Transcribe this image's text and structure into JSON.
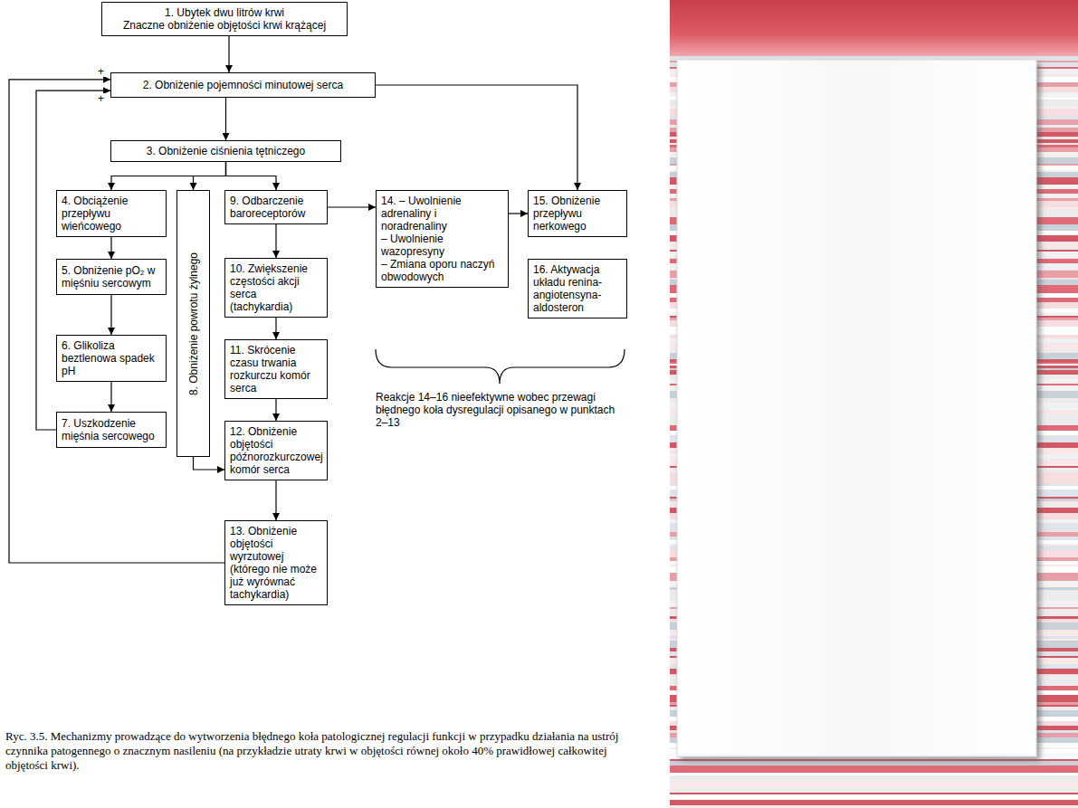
{
  "diagram": {
    "caption": "Ryc. 3.5. Mechanizmy prowadzące do wytworzenia błędnego koła patologicznej regulacji funkcji w przypadku działania na ustrój czynnika patogennego o znacznym nasileniu (na przykładzie utraty krwi w objętości równej około 40% prawidłowej całkowitej objętości krwi).",
    "nodes": [
      {
        "text": [
          "1. Ubytek dwu litrów krwi",
          "Znaczne obniżenie objętości krwi krążącej"
        ]
      },
      {
        "text": [
          "2. Obniżenie pojemności minutowej serca"
        ]
      },
      {
        "text": [
          "3. Obniżenie ciśnienia tętniczego"
        ]
      },
      {
        "text": [
          "4. Obciążenie przepływu wieńcowego"
        ]
      },
      {
        "text": [
          "5. Obniżenie pO₂ w mięśniu sercowym"
        ]
      },
      {
        "text": [
          "6. Glikoliza beztlenowa spadek pH"
        ]
      },
      {
        "text": [
          "7. Uszkodzenie mięśnia sercowego"
        ]
      },
      {
        "text": [
          "8. Obniżenie powrotu żylnego"
        ]
      },
      {
        "text": [
          "9. Odbarczenie baroreceptorów"
        ]
      },
      {
        "text": [
          "10. Zwiększenie częstości akcji serca (tachykardia)"
        ]
      },
      {
        "text": [
          "11. Skrócenie czasu trwania rozkurczu komór serca"
        ]
      },
      {
        "text": [
          "12. Obniżenie objętości późnorozkurczowej komór serca"
        ]
      },
      {
        "text": [
          "13. Obniżenie objętości wyrzutowej (którego nie może już wyrównać tachykardia)"
        ]
      },
      {
        "text": [
          "14. – Uwolnienie adrenaliny i noradrenaliny",
          "– Uwolnienie wazopresyny",
          "– Zmiana oporu naczyń obwodowych"
        ]
      },
      {
        "text": [
          "15. Obniżenie przepływu nerkowego"
        ]
      },
      {
        "text": [
          "16. Aktywacja układu renina-angiotensyna-aldosteron"
        ]
      }
    ],
    "edges": [
      {
        "from": 0,
        "to": 1,
        "arrow": "to"
      },
      {
        "from": 1,
        "to": 2,
        "arrow": "to"
      },
      {
        "from": 1,
        "to": 14,
        "arrow": "to"
      },
      {
        "from": 2,
        "to": 3,
        "arrow": "to"
      },
      {
        "from": 2,
        "to": 7,
        "arrow": "to"
      },
      {
        "from": 2,
        "to": 8,
        "arrow": "to"
      },
      {
        "from": 3,
        "to": 4,
        "arrow": "to"
      },
      {
        "from": 4,
        "to": 5,
        "arrow": "to"
      },
      {
        "from": 5,
        "to": 6,
        "arrow": "to"
      },
      {
        "from": 6,
        "to": 1,
        "label": "+",
        "arrow": "to"
      },
      {
        "from": 7,
        "to": 11,
        "arrow": "to"
      },
      {
        "from": 8,
        "to": 9,
        "arrow": "to"
      },
      {
        "from": 9,
        "to": 10,
        "arrow": "to"
      },
      {
        "from": 10,
        "to": 11,
        "arrow": "to"
      },
      {
        "from": 11,
        "to": 12,
        "arrow": "to"
      },
      {
        "from": 12,
        "to": 1,
        "label": "+",
        "arrow": "to"
      },
      {
        "from": 8,
        "to": 13,
        "arrow": "to"
      },
      {
        "from": 13,
        "to": 14,
        "arrow": "to"
      }
    ],
    "labels": [
      "Reakcje 14–16 nieefektywne wobec przewagi błędnego koła dysregulacji opisanego w punktach 2–13"
    ]
  }
}
